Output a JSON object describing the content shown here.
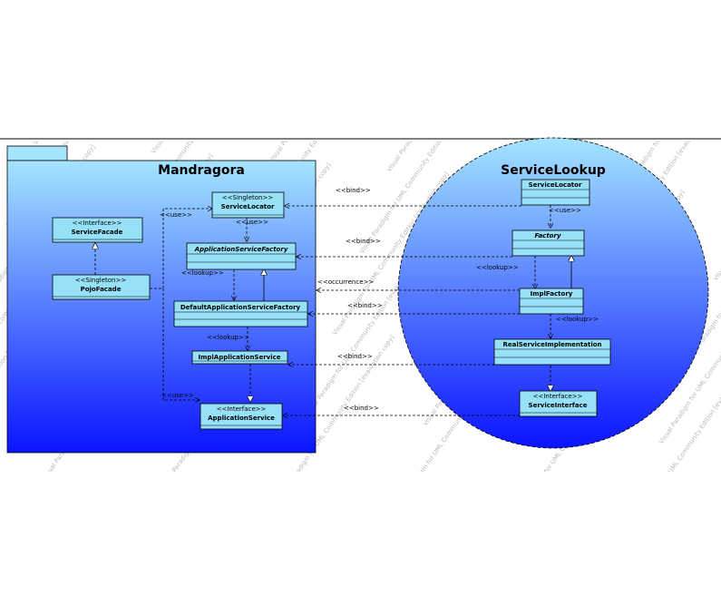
{
  "diagram": {
    "packages": {
      "mandragora": {
        "name": "Mandragora"
      },
      "service_lookup": {
        "name": "ServiceLookup"
      }
    },
    "classes": {
      "service_facade": {
        "stereotype": "<<Interface>>",
        "name": "ServiceFacade"
      },
      "pojo_facade": {
        "stereotype": "<<Singleton>>",
        "name": "PojoFacade"
      },
      "service_locator_m": {
        "stereotype": "<<Singleton>>",
        "name": "ServiceLocator"
      },
      "app_service_factory": {
        "stereotype": "",
        "name": "ApplicationServiceFactory"
      },
      "default_app_service_factory": {
        "stereotype": "",
        "name": "DefaultApplicationServiceFactory"
      },
      "impl_app_service": {
        "stereotype": "",
        "name": "ImplApplicationService"
      },
      "app_service": {
        "stereotype": "<<Interface>>",
        "name": "ApplicationService"
      },
      "service_locator_s": {
        "stereotype": "",
        "name": "ServiceLocator"
      },
      "factory": {
        "stereotype": "",
        "name": "Factory"
      },
      "impl_factory": {
        "stereotype": "",
        "name": "ImplFactory"
      },
      "real_service_impl": {
        "stereotype": "",
        "name": "RealServiceImplementation"
      },
      "service_interface": {
        "stereotype": "<<Interface>>",
        "name": "ServiceInterface"
      }
    },
    "labels": {
      "use_a": "<<use>>",
      "use_b": "<<use>>",
      "use_c": "<<use>>",
      "use_d": "<<use>>",
      "lookup_a": "<<lookup>>",
      "lookup_b": "<<lookup>>",
      "lookup_c": "<<lookup>>",
      "lookup_d": "<<lookup>>",
      "bind_a": "<<bind>>",
      "bind_b": "<<bind>>",
      "bind_c": "<<bind>>",
      "bind_d": "<<bind>>",
      "bind_e": "<<bind>>",
      "occurrence": "<<occurrence>>"
    },
    "watermark": "Visual Paradigm for UML Community Edition [evaluation copy]",
    "colors": {
      "gradient_top": "#a4e4ff",
      "gradient_bottom": "#0a14ff",
      "class_fill": "#96e0f8",
      "stroke": "#000000"
    }
  }
}
